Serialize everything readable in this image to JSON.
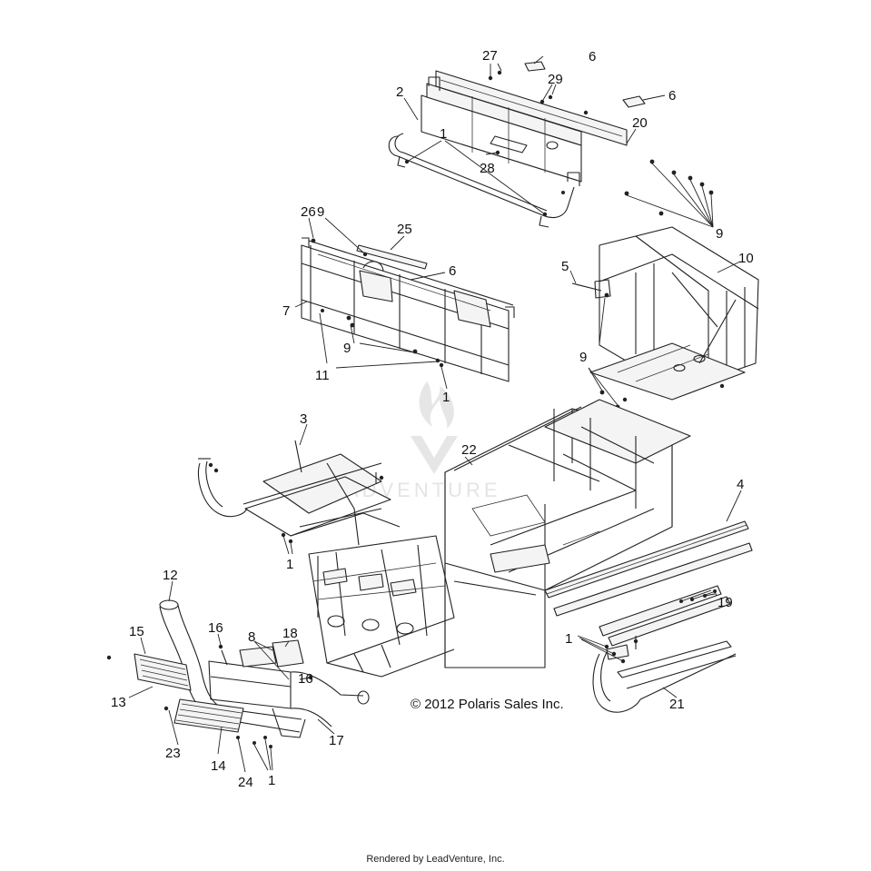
{
  "diagram": {
    "copyright": "© 2012 Polaris Sales Inc.",
    "watermark": "LEADVENTURE",
    "footer": "Rendered by LeadVenture, Inc.",
    "callouts": [
      "27",
      "6",
      "29",
      "6",
      "2",
      "20",
      "1",
      "28",
      "9",
      "26",
      "9",
      "25",
      "6",
      "7",
      "9",
      "11",
      "1",
      "5",
      "10",
      "9",
      "3",
      "22",
      "4",
      "1",
      "19",
      "12",
      "16",
      "8",
      "18",
      "15",
      "16",
      "13",
      "23",
      "14",
      "24",
      "17",
      "1",
      "1",
      "21"
    ]
  }
}
